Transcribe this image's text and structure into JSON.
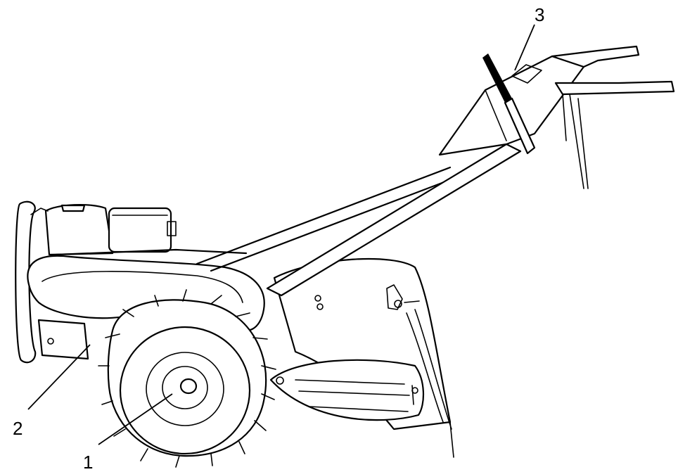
{
  "callouts": [
    {
      "label": "1",
      "part": "wheel-hub"
    },
    {
      "label": "2",
      "part": "transmission-housing"
    },
    {
      "label": "3",
      "part": "handlebar-control-lever"
    }
  ]
}
